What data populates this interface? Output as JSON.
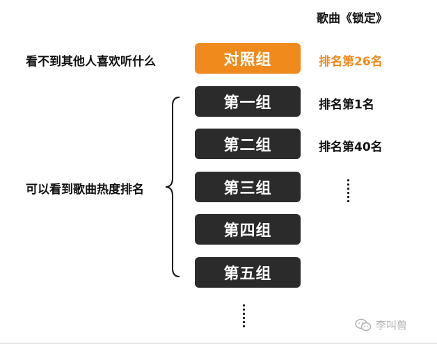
{
  "song": {
    "title": "歌曲《锁定》"
  },
  "labels": {
    "control_desc": "看不到其他人喜欢听什么",
    "visible_desc": "可以看到歌曲热度排名"
  },
  "groups": [
    {
      "name": "对照组",
      "rank": "排名第26名"
    },
    {
      "name": "第一组",
      "rank": "排名第1名"
    },
    {
      "name": "第二组",
      "rank": "排名第40名"
    },
    {
      "name": "第三组",
      "rank": ""
    },
    {
      "name": "第四组",
      "rank": ""
    },
    {
      "name": "第五组",
      "rank": ""
    }
  ],
  "colors": {
    "accent": "#f08a1c",
    "box": "#2b2b2b",
    "text": "#111111",
    "watermark": "#b0b0b0"
  },
  "watermark": {
    "text": "李叫兽",
    "icon": "wechat-icon"
  }
}
